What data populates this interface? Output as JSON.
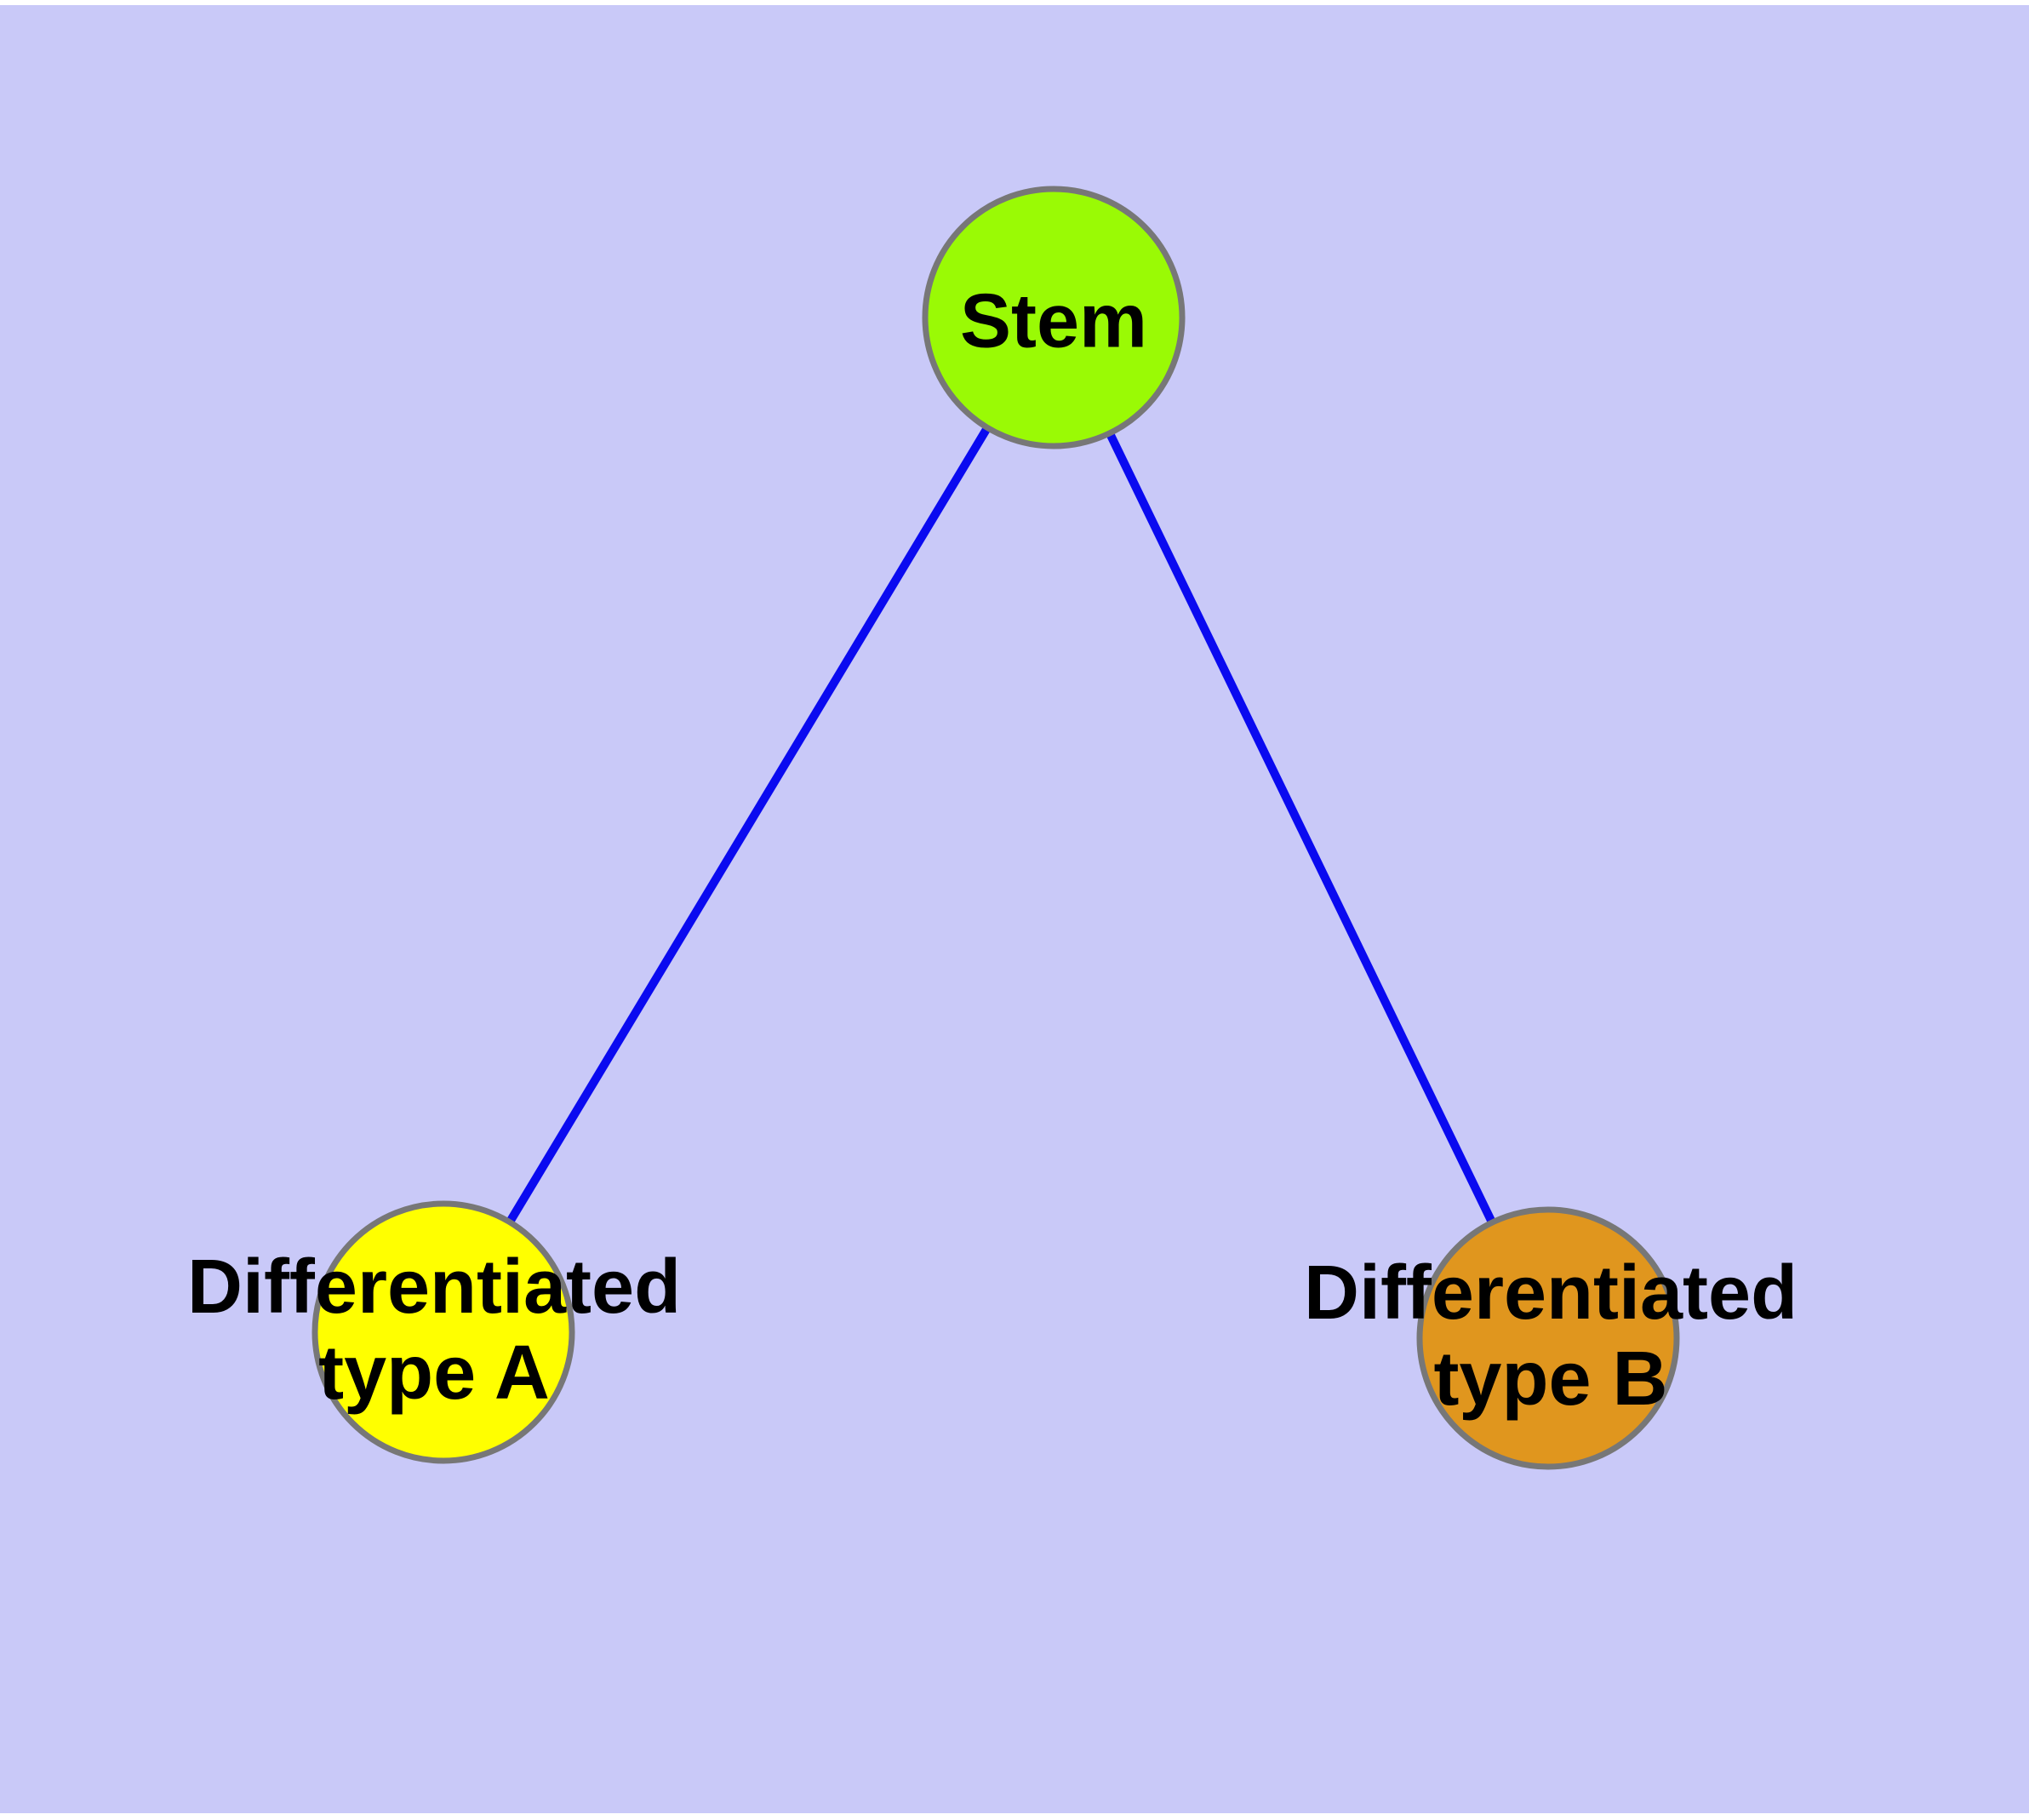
{
  "colors": {
    "background": "#c9c9f8",
    "margin": "#ffffff",
    "edge": "#0a0af0",
    "node_border": "#777777",
    "label_text": "#000000"
  },
  "graph": {
    "nodes": [
      {
        "id": "stem",
        "label": "Stem",
        "color": "#9afa05"
      },
      {
        "id": "differentiated-type-a",
        "label": "Differentiated type A",
        "label_lines": [
          "Differentiated",
          "type A"
        ],
        "color": "#ffff00"
      },
      {
        "id": "differentiated-type-b",
        "label": "Differentiated type B",
        "label_lines": [
          "Differentiated",
          "type B"
        ],
        "color": "#e0961e"
      }
    ],
    "edges": [
      {
        "from": "stem",
        "to": "differentiated-type-a"
      },
      {
        "from": "stem",
        "to": "differentiated-type-b"
      }
    ]
  }
}
